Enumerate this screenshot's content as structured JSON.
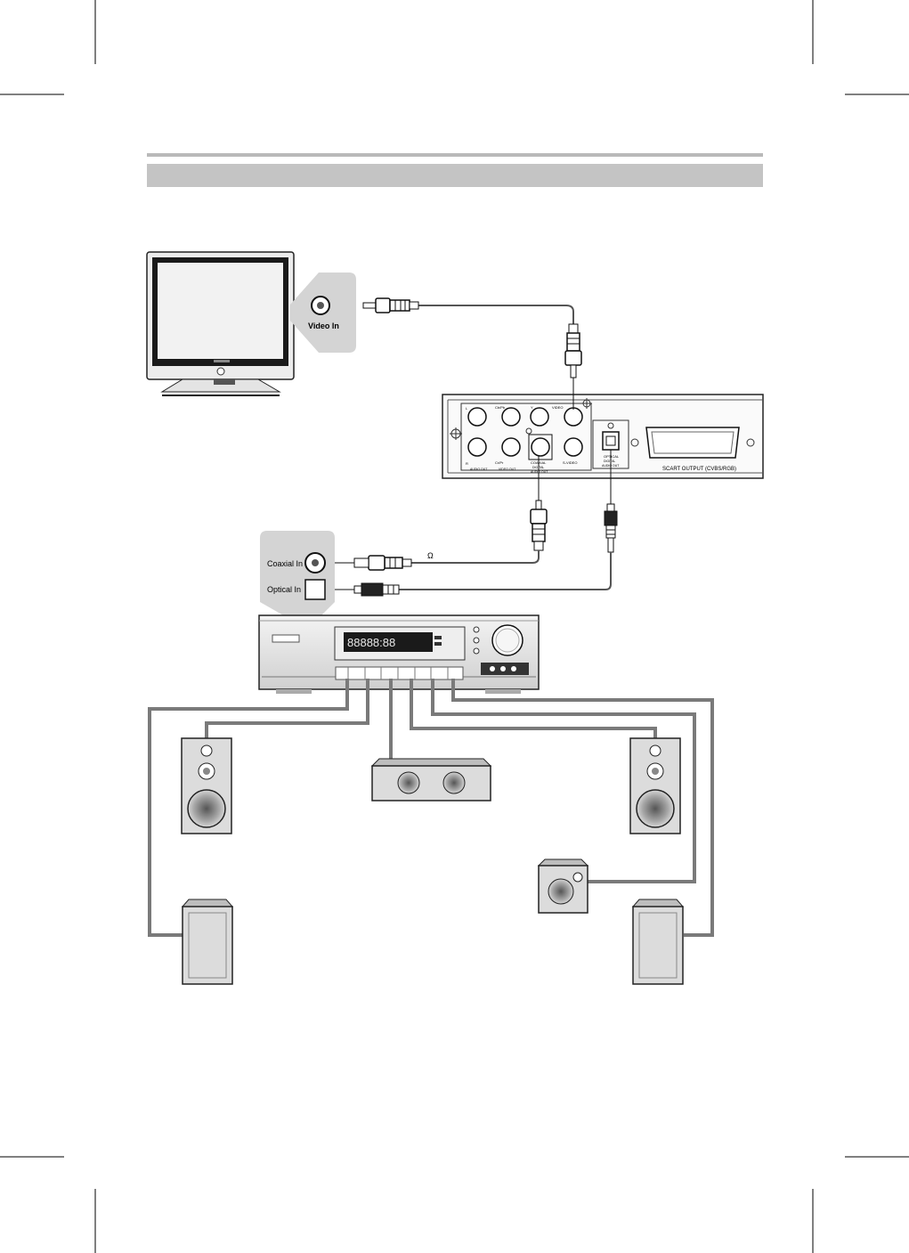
{
  "labels": {
    "video_in": "Video In",
    "coaxial_in": "Coaxial In",
    "optical_in": "Optical In",
    "ohm": "Ω",
    "scart_output": "SCART OUTPUT (CVBS/RGB)",
    "jack_l": "L",
    "jack_r": "R",
    "jack_cb_pb": "Cb/Pb",
    "jack_cr_pr": "Cr/Pr",
    "jack_y": "Y",
    "jack_video": "VIDEO",
    "jack_coaxial": "COAXIAL",
    "jack_s_video": "S-VIDEO",
    "jack_optical": "OPTICAL",
    "group_audio_out": "AUDIO OUT",
    "group_video_out": "VIDEO OUT",
    "group_digital_1": "DIGITAL",
    "group_digital_audio_out_1": "AUDIO OUT",
    "group_digital_2": "DIGITAL",
    "group_digital_audio_out_2": "AUDIO OUT",
    "receiver_display": "88888:88"
  },
  "colors": {
    "cable": "#555555",
    "speaker_wire": "#7a7a7a",
    "panel_grey": "#d4d4d4",
    "device_body": "#e8e8e8",
    "header_band": "#c4c4c4"
  }
}
